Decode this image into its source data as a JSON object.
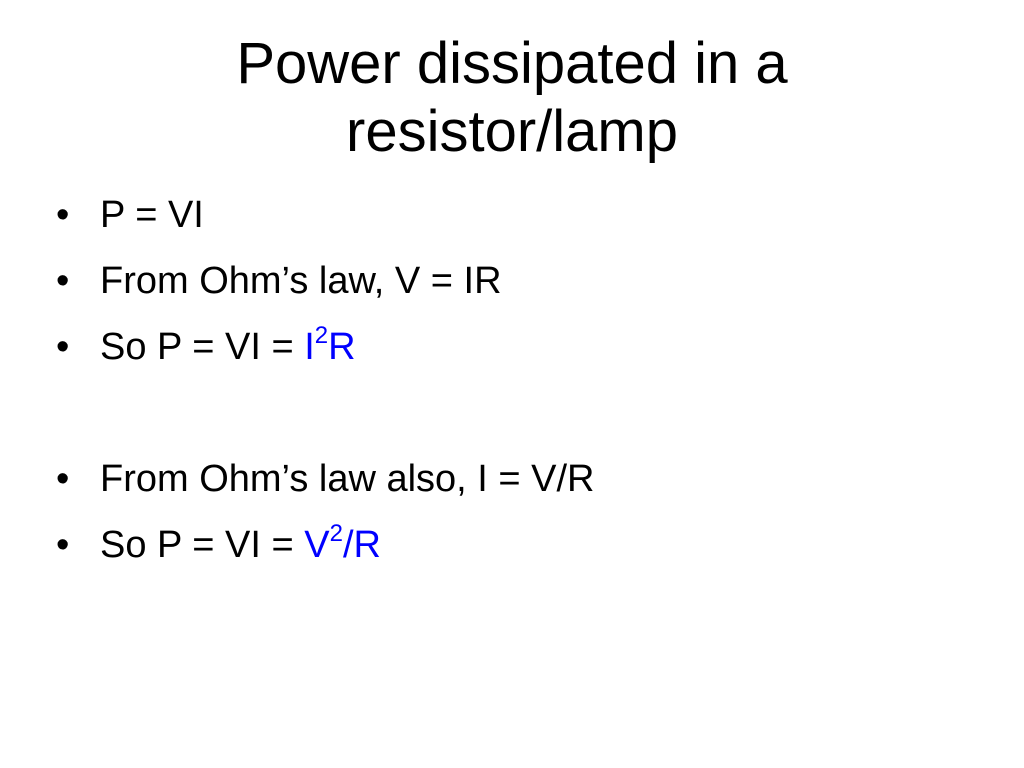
{
  "slide": {
    "title_line1": "Power dissipated in a",
    "title_line2": "resistor/lamp",
    "bullet_glyph": "•",
    "highlight_color": "#0000ff",
    "items": [
      {
        "text": "P = VI"
      },
      {
        "text": "From Ohm’s law, V = IR"
      },
      {
        "prefix": "So P = VI = ",
        "hl_base": "I",
        "hl_sup": "2",
        "hl_tail": "R"
      },
      {
        "text": "From Ohm’s law also, I = V/R"
      },
      {
        "prefix": "So P = VI = ",
        "hl_base": "V",
        "hl_sup": "2",
        "hl_tail": "/R"
      }
    ]
  }
}
